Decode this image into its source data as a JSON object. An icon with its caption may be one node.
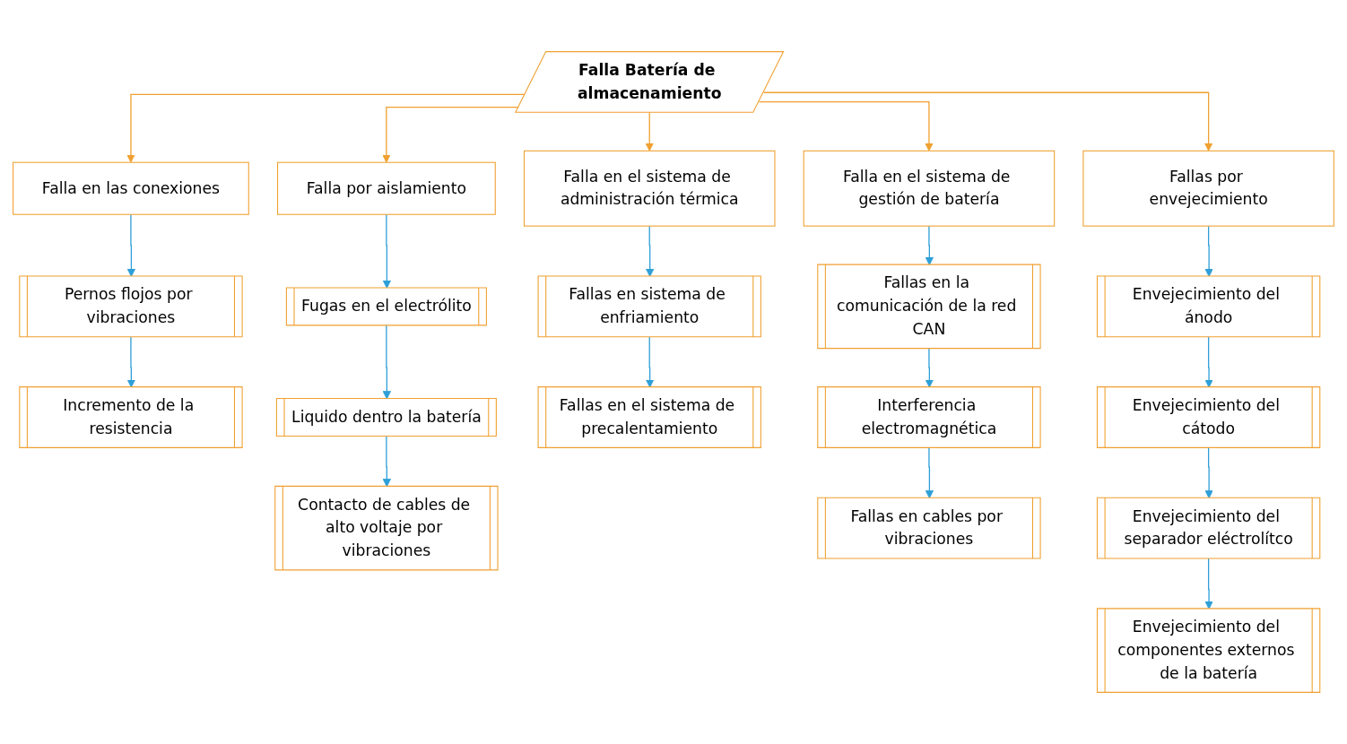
{
  "diagram": {
    "nodes": [
      {
        "text": [
          "Falla Batería de almacenamiento"
        ]
      },
      {
        "text": [
          "Falla en las conexiones"
        ]
      },
      {
        "text": [
          "Falla por aislamiento"
        ]
      },
      {
        "text": [
          "Falla en el sistema de administración térmica"
        ]
      },
      {
        "text": [
          "Falla en el sistema de gestión de batería"
        ]
      },
      {
        "text": [
          "Fallas por envejecimiento"
        ]
      },
      {
        "text": [
          "Pernos flojos por vibraciones"
        ]
      },
      {
        "text": [
          "Incremento de la resistencia"
        ]
      },
      {
        "text": [
          "Fugas en el electrólito"
        ]
      },
      {
        "text": [
          "Liquido dentro la batería"
        ]
      },
      {
        "text": [
          "Contacto de cables de alto voltaje por vibraciones"
        ]
      },
      {
        "text": [
          "Fallas en sistema de enfriamiento"
        ]
      },
      {
        "text": [
          "Fallas en el sistema de precalentamiento"
        ]
      },
      {
        "text": [
          "Fallas en la comunicación de la red CAN"
        ]
      },
      {
        "text": [
          "Interferencia electromagnética"
        ]
      },
      {
        "text": [
          "Fallas en cables por vibraciones"
        ]
      },
      {
        "text": [
          "Envejecimiento del ánodo"
        ]
      },
      {
        "text": [
          "Envejecimiento del cátodo"
        ]
      },
      {
        "text": [
          "Envejecimiento del separador eléctrolítco"
        ]
      },
      {
        "text": [
          "Envejecimiento del componentes externos de la batería"
        ]
      }
    ],
    "edges": [
      {
        "from": 0,
        "to": 1,
        "arrow": "to",
        "color": "#f0a030"
      },
      {
        "from": 0,
        "to": 2,
        "arrow": "to",
        "color": "#f0a030"
      },
      {
        "from": 0,
        "to": 3,
        "arrow": "to",
        "color": "#f0a030"
      },
      {
        "from": 0,
        "to": 4,
        "arrow": "to",
        "color": "#f0a030"
      },
      {
        "from": 0,
        "to": 5,
        "arrow": "to",
        "color": "#f0a030"
      },
      {
        "from": 1,
        "to": 6,
        "arrow": "to"
      },
      {
        "from": 6,
        "to": 7,
        "arrow": "to"
      },
      {
        "from": 2,
        "to": 8,
        "arrow": "to"
      },
      {
        "from": 8,
        "to": 9,
        "arrow": "to"
      },
      {
        "from": 9,
        "to": 10,
        "arrow": "to"
      },
      {
        "from": 3,
        "to": 11,
        "arrow": "to"
      },
      {
        "from": 11,
        "to": 12,
        "arrow": "to"
      },
      {
        "from": 4,
        "to": 13,
        "arrow": "to"
      },
      {
        "from": 13,
        "to": 14,
        "arrow": "to"
      },
      {
        "from": 14,
        "to": 15,
        "arrow": "to"
      },
      {
        "from": 5,
        "to": 16,
        "arrow": "to"
      },
      {
        "from": 16,
        "to": 17,
        "arrow": "to"
      },
      {
        "from": 17,
        "to": 18,
        "arrow": "to"
      },
      {
        "from": 18,
        "to": 19,
        "arrow": "to"
      }
    ]
  }
}
